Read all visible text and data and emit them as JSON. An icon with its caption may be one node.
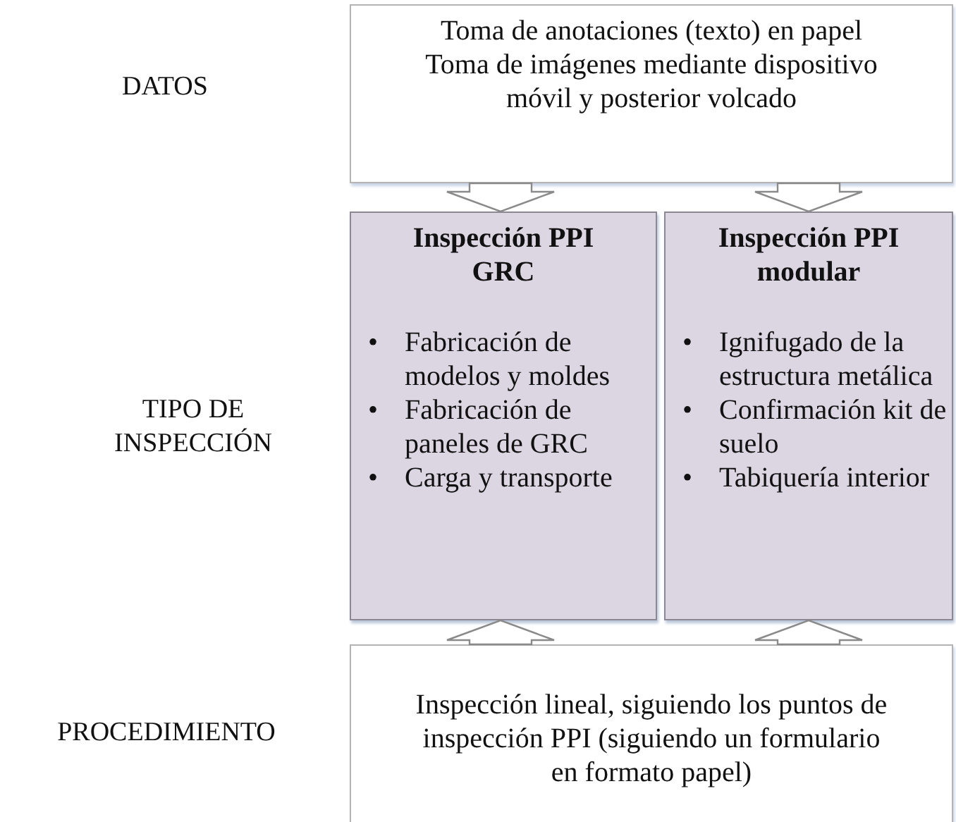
{
  "diagram": {
    "nodes": [
      {
        "text": [
          "Toma de anotaciones (texto) en papel",
          "Toma de imágenes mediante dispositivo móvil y posterior volcado"
        ]
      },
      {
        "text": [
          "Inspección PPI GRC",
          "•",
          "Fabricación de modelos y moldes",
          "•",
          "Fabricación de paneles de GRC",
          "•",
          "Carga y transporte"
        ]
      },
      {
        "text": [
          "Inspección PPI modular",
          "•",
          "Ignifugado de la estructura metálica",
          "•",
          "Confirmación kit de suelo",
          "•",
          "Tabiquería interior"
        ]
      },
      {
        "text": [
          "Inspección lineal, siguiendo los puntos de inspección PPI (siguiendo un formulario en formato papel)"
        ]
      }
    ],
    "edges": [
      {
        "from": 0,
        "to": 1,
        "arrow": "to"
      },
      {
        "from": 0,
        "to": 2,
        "arrow": "to"
      },
      {
        "from": 3,
        "to": 1,
        "arrow": "to"
      },
      {
        "from": 3,
        "to": 2,
        "arrow": "to"
      }
    ],
    "labels": [
      "DATOS",
      "TIPO DE INSPECCIÓN",
      "PROCEDIMIENTO"
    ]
  }
}
